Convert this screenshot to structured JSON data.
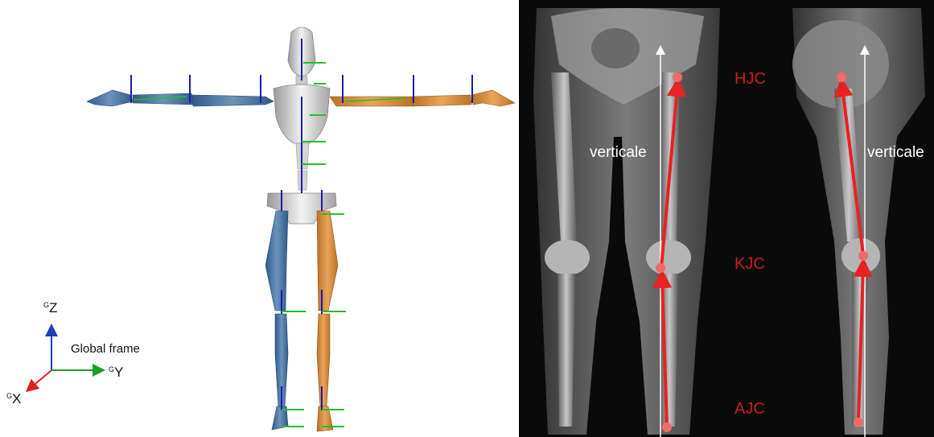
{
  "left_figure": {
    "frame_label": "Global frame",
    "axes": [
      {
        "key": "z",
        "sup": "G",
        "name": "Z",
        "color": "#1a3fbf"
      },
      {
        "key": "y",
        "sup": "G",
        "name": "Y",
        "color": "#1a9e2a"
      },
      {
        "key": "x",
        "sup": "G",
        "name": "X",
        "color": "#e0201b"
      }
    ],
    "segment_colors": {
      "left_side": "#3b6a9b",
      "right_side": "#d48a3c",
      "trunk": "#cfcfcf",
      "local_z": "#1c1cb0",
      "local_y": "#22c02a"
    }
  },
  "right_figure": {
    "vertical_label_front": "verticale",
    "vertical_label_side": "verticale",
    "joints": {
      "hip": "HJC",
      "knee": "KJC",
      "ankle": "AJC"
    },
    "colors": {
      "joint_label": "#cc1c1c",
      "mechanical_axis": "#e82222",
      "vertical": "#ffffff"
    }
  }
}
